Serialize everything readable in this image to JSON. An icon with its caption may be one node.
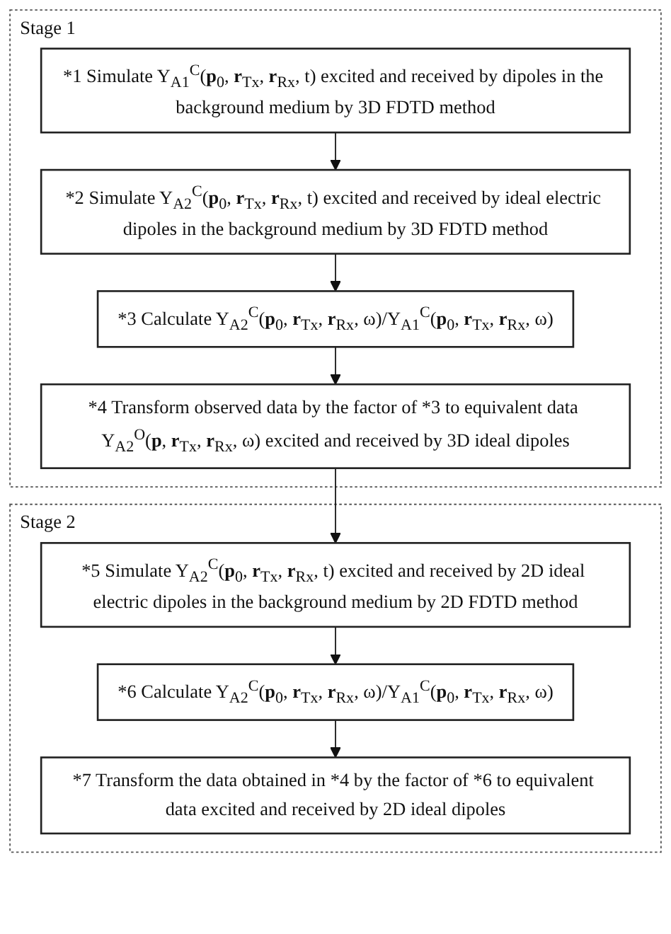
{
  "diagram": {
    "nodes": [
      {
        "text": [
          "Stage 1"
        ]
      },
      {
        "text": [
          "*1 Simulate Y$_{A1}$$^{C}$(**p**$_{0}$, **r**$_{Tx}$, **r**$_{Rx}$, t) excited and received by dipoles in the background medium by 3D FDTD method"
        ],
        "in": 0
      },
      {
        "text": [
          "*2 Simulate Y$_{A2}$$^{C}$(**p**$_{0}$, **r**$_{Tx}$, **r**$_{Rx}$, t) excited and received by ideal electric dipoles in the background medium by 3D FDTD method"
        ],
        "in": 0
      },
      {
        "text": [
          "*3 Calculate Y$_{A2}$$^{C}$(**p**$_{0}$, **r**$_{Tx}$, **r**$_{Rx}$, ω)/Y$_{A1}$$^{C}$(**p**$_{0}$, **r**$_{Tx}$, **r**$_{Rx}$, ω)"
        ],
        "in": 0
      },
      {
        "text": [
          "*4 Transform observed data by the factor of *3 to equivalent data Y$_{A2}$$^{O}$(**p**, **r**$_{Tx}$, **r**$_{Rx}$, ω) excited and received by 3D ideal dipoles"
        ],
        "in": 0
      },
      {
        "text": [
          "Stage 2"
        ]
      },
      {
        "text": [
          "*5 Simulate Y$_{A2}$$^{C}$(**p**$_{0}$, **r**$_{Tx}$, **r**$_{Rx}$, t) excited and received by 2D ideal electric dipoles in the background medium by 2D FDTD method"
        ],
        "in": 5
      },
      {
        "text": [
          "*6 Calculate Y$_{A2}$$^{C}$(**p**$_{0}$, **r**$_{Tx}$, **r**$_{Rx}$, ω)/Y$_{A1}$$^{C}$(**p**$_{0}$, **r**$_{Tx}$, **r**$_{Rx}$, ω)"
        ],
        "in": 5
      },
      {
        "text": [
          "*7 Transform the data obtained in *4 by the factor of *6 to equivalent data excited and received by 2D ideal dipoles"
        ],
        "in": 5
      }
    ],
    "edges": [
      {
        "from": 1,
        "to": 2,
        "arrow": "to"
      },
      {
        "from": 2,
        "to": 3,
        "arrow": "to"
      },
      {
        "from": 3,
        "to": 4,
        "arrow": "to"
      },
      {
        "from": 4,
        "to": 6,
        "arrow": "to"
      },
      {
        "from": 6,
        "to": 7,
        "arrow": "to"
      },
      {
        "from": 7,
        "to": 8,
        "arrow": "to"
      }
    ]
  }
}
